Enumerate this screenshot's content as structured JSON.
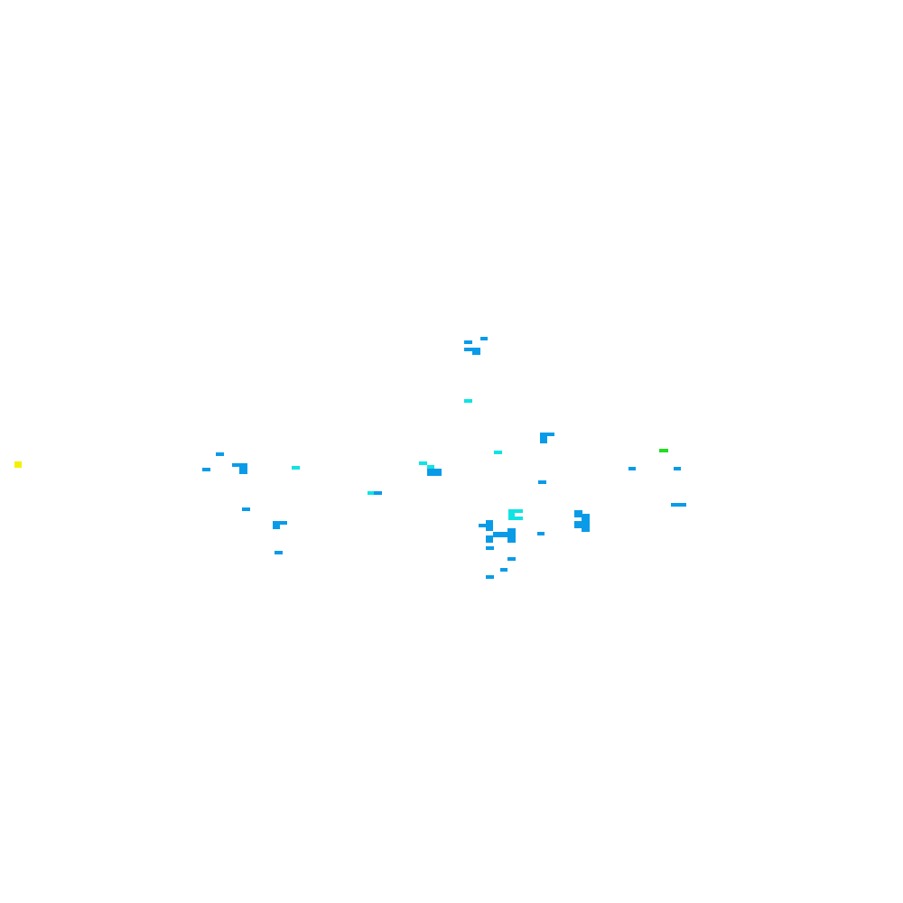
{
  "canvas": {
    "background": "#ffffff"
  },
  "palette": {
    "blue": "#0a9be8",
    "cyan": "#10e3e3",
    "green": "#22dd22",
    "yellow": "#f2f200"
  },
  "marks": [
    {
      "color": "yellow"
    },
    {
      "color": "green"
    },
    {
      "color": "blue"
    },
    {
      "color": "blue"
    },
    {
      "color": "blue"
    },
    {
      "color": "blue"
    },
    {
      "color": "cyan"
    },
    {
      "color": "blue"
    },
    {
      "color": "blue"
    },
    {
      "color": "cyan"
    },
    {
      "color": "blue"
    },
    {
      "color": "blue"
    },
    {
      "color": "blue"
    },
    {
      "color": "blue"
    },
    {
      "color": "cyan"
    },
    {
      "color": "cyan"
    },
    {
      "color": "cyan"
    },
    {
      "color": "blue"
    },
    {
      "color": "blue"
    },
    {
      "color": "blue"
    },
    {
      "color": "cyan"
    },
    {
      "color": "blue"
    },
    {
      "color": "blue"
    },
    {
      "color": "blue"
    },
    {
      "color": "blue"
    },
    {
      "color": "cyan"
    },
    {
      "color": "cyan"
    },
    {
      "color": "cyan"
    },
    {
      "color": "blue"
    },
    {
      "color": "blue"
    },
    {
      "color": "blue"
    },
    {
      "color": "blue"
    },
    {
      "color": "blue"
    },
    {
      "color": "blue"
    },
    {
      "color": "blue"
    },
    {
      "color": "blue"
    },
    {
      "color": "blue"
    },
    {
      "color": "blue"
    },
    {
      "color": "blue"
    },
    {
      "color": "blue"
    },
    {
      "color": "blue"
    },
    {
      "color": "blue"
    },
    {
      "color": "blue"
    }
  ]
}
